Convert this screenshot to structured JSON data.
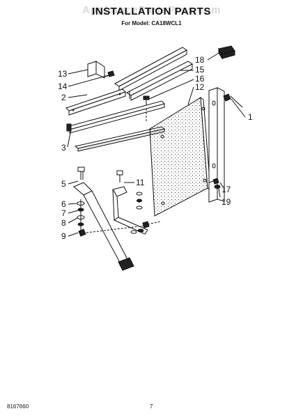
{
  "header": {
    "watermark": "AppliancePartsPros.com",
    "title": "INSTALLATION PARTS",
    "subtitle": "For Model: CA18WCL1"
  },
  "callouts": [
    {
      "id": "c13",
      "label": "13"
    },
    {
      "id": "c14",
      "label": "14"
    },
    {
      "id": "c2",
      "label": "2"
    },
    {
      "id": "c3",
      "label": "3"
    },
    {
      "id": "c18",
      "label": "18"
    },
    {
      "id": "c15",
      "label": "15"
    },
    {
      "id": "c16",
      "label": "16"
    },
    {
      "id": "c12",
      "label": "12"
    },
    {
      "id": "c1",
      "label": "1"
    },
    {
      "id": "c5",
      "label": "5"
    },
    {
      "id": "c11",
      "label": "11"
    },
    {
      "id": "c6",
      "label": "6"
    },
    {
      "id": "c7",
      "label": "7"
    },
    {
      "id": "c8",
      "label": "8"
    },
    {
      "id": "c9",
      "label": "9"
    },
    {
      "id": "c17",
      "label": "17"
    },
    {
      "id": "c19",
      "label": "19"
    }
  ],
  "footer": {
    "doc_number": "8167660",
    "page_number": "7"
  }
}
